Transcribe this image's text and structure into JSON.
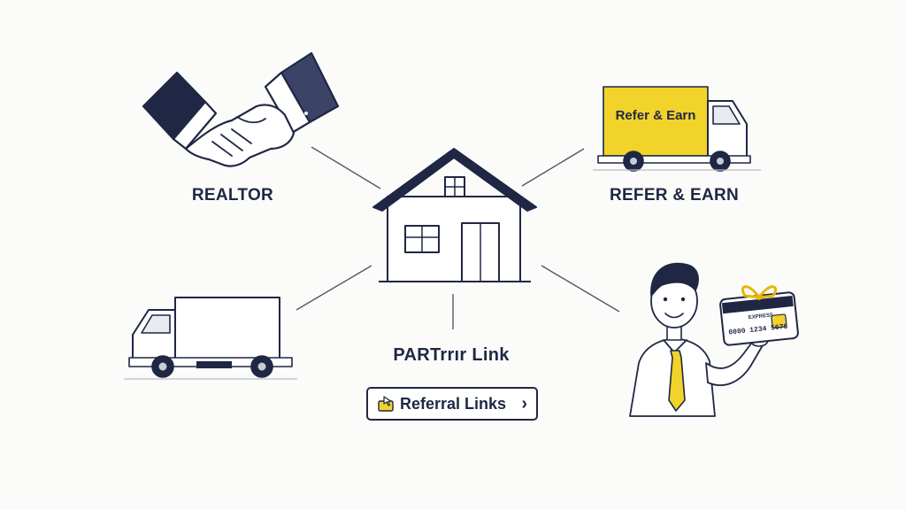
{
  "labels": {
    "realtor": "REALTOR",
    "refer_earn": "REFER & EARN",
    "truck_sign": "Refer & Earn",
    "partner_link": "PARTrrır Link",
    "referral_button": "Referral Links",
    "card_text_top": "EXPRESS",
    "card_number": "0000 1234 5678"
  },
  "colors": {
    "ink": "#1f2744",
    "accent_yellow": "#f2d32a",
    "background": "#fbfbf9"
  },
  "icons": {
    "handshake": "handshake-icon",
    "house": "house-icon",
    "moving_truck": "moving-truck-icon",
    "delivery_truck": "delivery-truck-icon",
    "person_with_card": "person-with-gift-card-icon",
    "referral_link": "link-folder-icon",
    "chevron": "chevron-right-icon"
  }
}
